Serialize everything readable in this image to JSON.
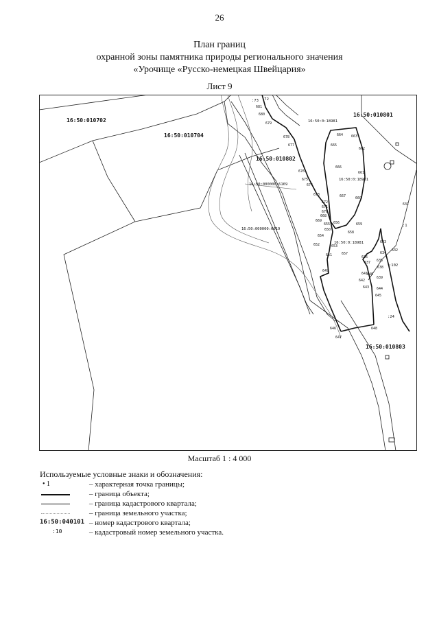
{
  "page_number": "26",
  "title": {
    "line1": "План границ",
    "line2": "охранной зоны памятника природы регионального значения",
    "line3": "«Урочище «Русско-немецкая Швейцария»"
  },
  "sheet_label": "Лист 9",
  "map": {
    "quarters": [
      "16:50:010702",
      "16:50:010704",
      "16:50:010802",
      "16:50:010801",
      "16:50:010803"
    ],
    "parcels": [
      "16:50:0:18981",
      "16:50:0:18981",
      "16:50:0:18981",
      "16:50:000000:6169",
      "16:50:000000:6019",
      ":73",
      ":72",
      ":1",
      ":102",
      ":24"
    ],
    "points": [
      "631",
      "632",
      "633",
      "634",
      "635",
      "636",
      "637",
      "638",
      "639",
      "640",
      "641",
      "642",
      "643",
      "644",
      "645",
      "646",
      "647",
      "648",
      "649",
      "650",
      "651",
      "652",
      "653",
      "654",
      "655",
      "656",
      "657",
      "658",
      "659",
      "660",
      "661",
      "662",
      "663",
      "664",
      "665",
      "666",
      "667",
      "668",
      "669",
      "670",
      "671",
      "672",
      "673",
      "674",
      "675",
      "676",
      "677",
      "678",
      "679",
      "680",
      "681"
    ]
  },
  "scale": "Масштаб 1 : 4 000",
  "legend": {
    "title": "Используемые условные знаки и обозначения:",
    "items": [
      {
        "symbol": "• 1",
        "text": "– характерная точка границы;"
      },
      {
        "symbol": "",
        "text": "– граница объекта;"
      },
      {
        "symbol": "",
        "text": "– граница кадастрового квартала;"
      },
      {
        "symbol": "",
        "text": "– граница земельного участка;"
      },
      {
        "symbol": "16:50:040101",
        "text": "– номер кадастрового квартала;"
      },
      {
        "symbol": ":10",
        "text": "– кадастровый номер земельного участка."
      }
    ]
  }
}
